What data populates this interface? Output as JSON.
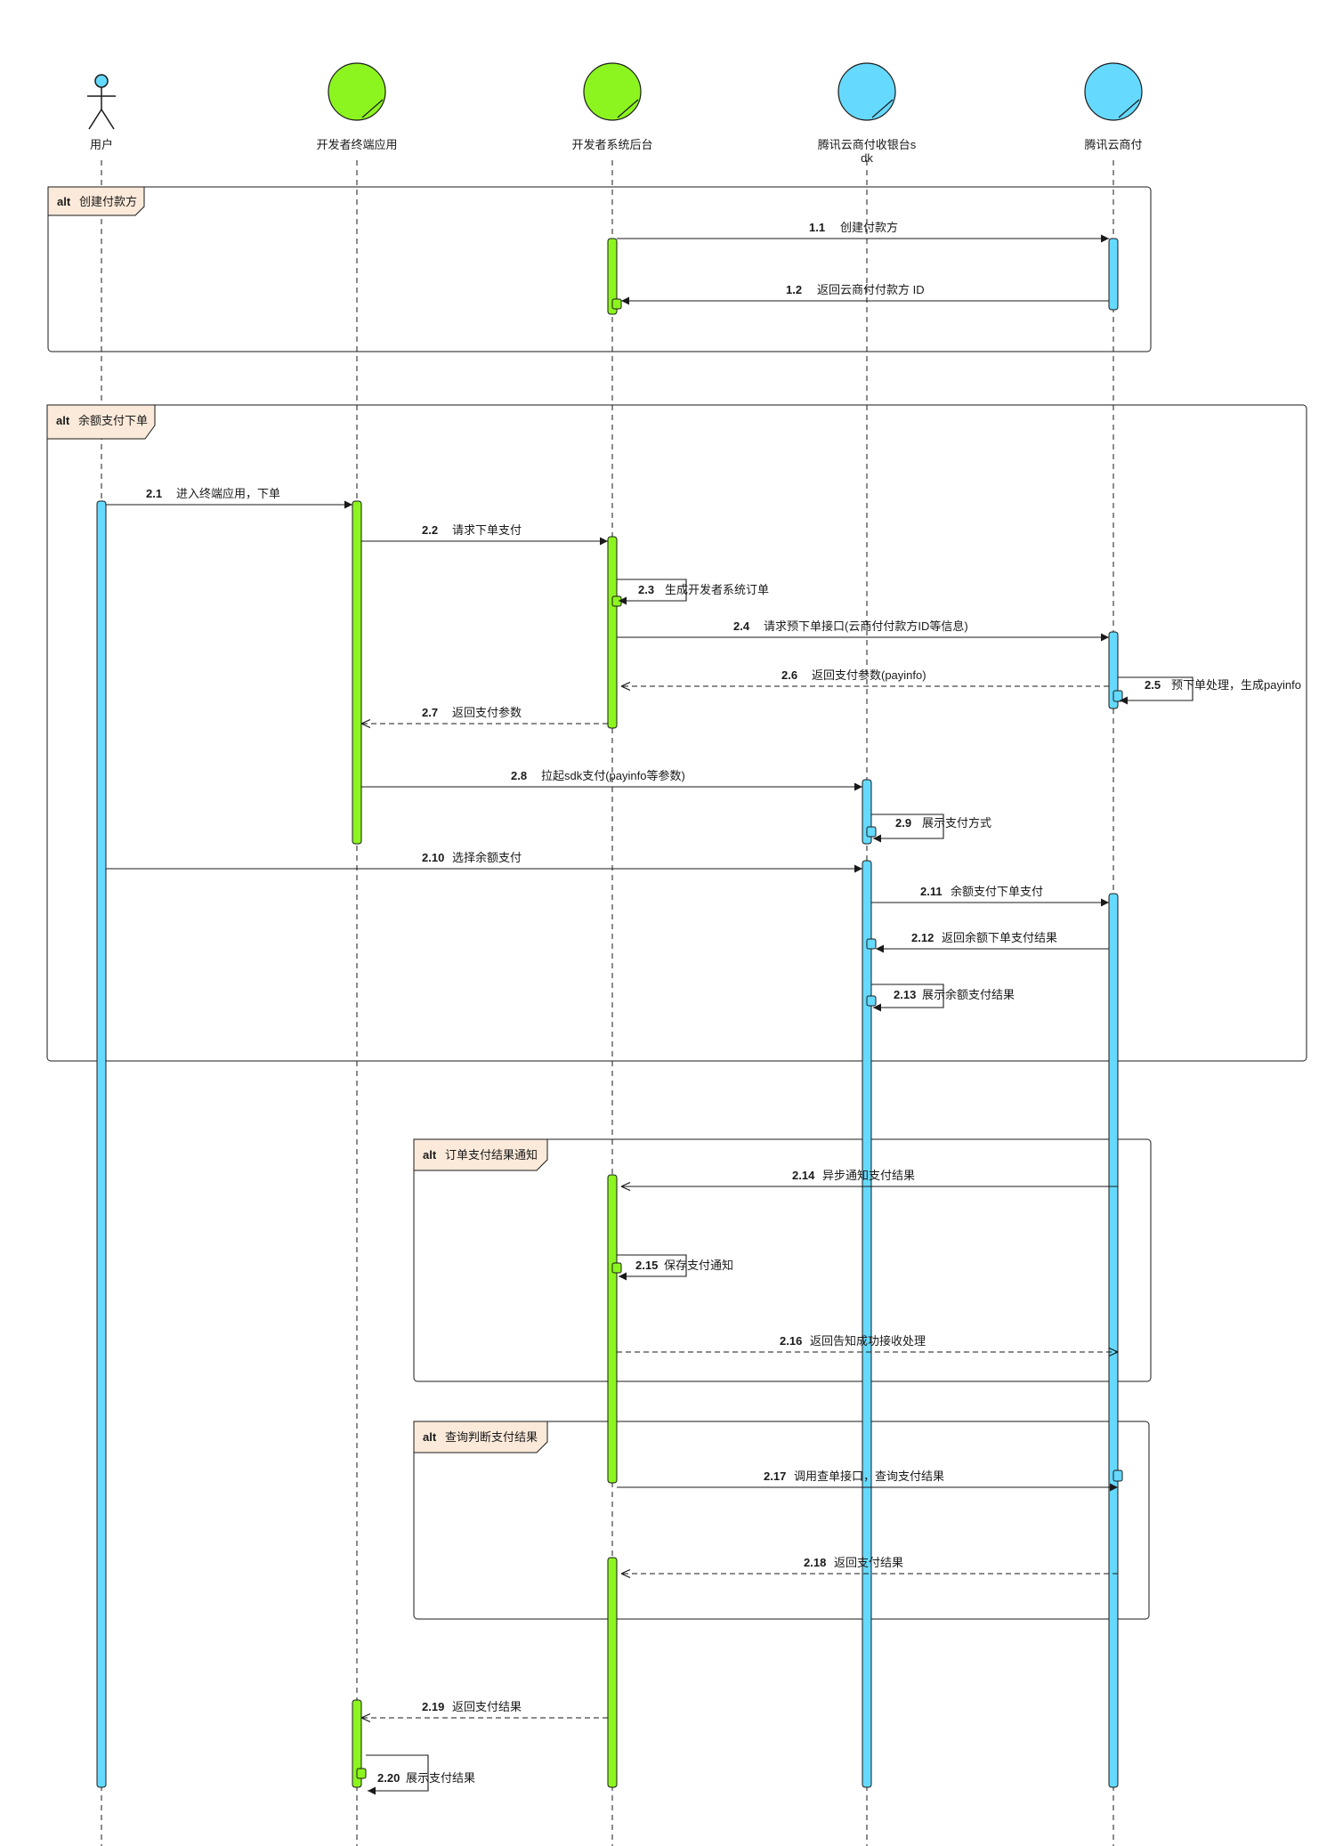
{
  "colors": {
    "app_fill": "#8cf51f",
    "sdk_fill": "#66d9ff",
    "frame_label_fill": "#fbe9d9",
    "line": "#1a1a1a"
  },
  "participants": [
    {
      "id": "user",
      "label": "用户",
      "kind": "actor"
    },
    {
      "id": "app",
      "label": "开发者终端应用",
      "kind": "control",
      "color": "#8cf51f"
    },
    {
      "id": "backend",
      "label": "开发者系统后台",
      "kind": "control",
      "color": "#8cf51f"
    },
    {
      "id": "sdk",
      "label": "腾讯云商付收银台s\ndk",
      "kind": "control",
      "color": "#66d9ff"
    },
    {
      "id": "platform",
      "label": "腾讯云商付",
      "kind": "control",
      "color": "#66d9ff"
    }
  ],
  "fragments": [
    {
      "keyword": "alt",
      "title": "创建付款方"
    },
    {
      "keyword": "alt",
      "title": "余额支付下单"
    },
    {
      "keyword": "alt",
      "title": "订单支付结果通知"
    },
    {
      "keyword": "alt",
      "title": "查询判断支付结果"
    }
  ],
  "messages": [
    {
      "num": "1.1",
      "text": "创建付款方",
      "from": "backend",
      "to": "platform",
      "type": "sync"
    },
    {
      "num": "1.2",
      "text": "返回云商付付款方 ID",
      "from": "platform",
      "to": "backend",
      "type": "sync"
    },
    {
      "num": "2.1",
      "text": "进入终端应用，下单",
      "from": "user",
      "to": "app",
      "type": "sync"
    },
    {
      "num": "2.2",
      "text": "请求下单支付",
      "from": "app",
      "to": "backend",
      "type": "sync"
    },
    {
      "num": "2.3",
      "text": "生成开发者系统订单",
      "from": "backend",
      "to": "backend",
      "type": "self"
    },
    {
      "num": "2.4",
      "text": "请求预下单接口(云商付付款方ID等信息)",
      "from": "backend",
      "to": "platform",
      "type": "sync"
    },
    {
      "num": "2.5",
      "text": "预下单处理，生成payinfo",
      "from": "platform",
      "to": "platform",
      "type": "self"
    },
    {
      "num": "2.6",
      "text": "返回支付参数(payinfo)",
      "from": "platform",
      "to": "backend",
      "type": "reply"
    },
    {
      "num": "2.7",
      "text": "返回支付参数",
      "from": "backend",
      "to": "app",
      "type": "reply"
    },
    {
      "num": "2.8",
      "text": "拉起sdk支付(payinfo等参数)",
      "from": "app",
      "to": "sdk",
      "type": "sync"
    },
    {
      "num": "2.9",
      "text": "展示支付方式",
      "from": "sdk",
      "to": "sdk",
      "type": "self"
    },
    {
      "num": "2.10",
      "text": "选择余额支付",
      "from": "user",
      "to": "sdk",
      "type": "sync"
    },
    {
      "num": "2.11",
      "text": "余额支付下单支付",
      "from": "sdk",
      "to": "platform",
      "type": "sync"
    },
    {
      "num": "2.12",
      "text": "返回余额下单支付结果",
      "from": "platform",
      "to": "sdk",
      "type": "sync"
    },
    {
      "num": "2.13",
      "text": "展示余额支付结果",
      "from": "sdk",
      "to": "sdk",
      "type": "self"
    },
    {
      "num": "2.14",
      "text": "异步通知支付结果",
      "from": "platform",
      "to": "backend",
      "type": "async"
    },
    {
      "num": "2.15",
      "text": "保存支付通知",
      "from": "backend",
      "to": "backend",
      "type": "self"
    },
    {
      "num": "2.16",
      "text": "返回告知成功接收处理",
      "from": "backend",
      "to": "platform",
      "type": "reply"
    },
    {
      "num": "2.17",
      "text": "调用查单接口，查询支付结果",
      "from": "backend",
      "to": "platform",
      "type": "sync"
    },
    {
      "num": "2.18",
      "text": "返回支付结果",
      "from": "platform",
      "to": "backend",
      "type": "reply"
    },
    {
      "num": "2.19",
      "text": "返回支付结果",
      "from": "backend",
      "to": "app",
      "type": "reply"
    },
    {
      "num": "2.20",
      "text": "展示支付结果",
      "from": "app",
      "to": "app",
      "type": "self"
    }
  ]
}
